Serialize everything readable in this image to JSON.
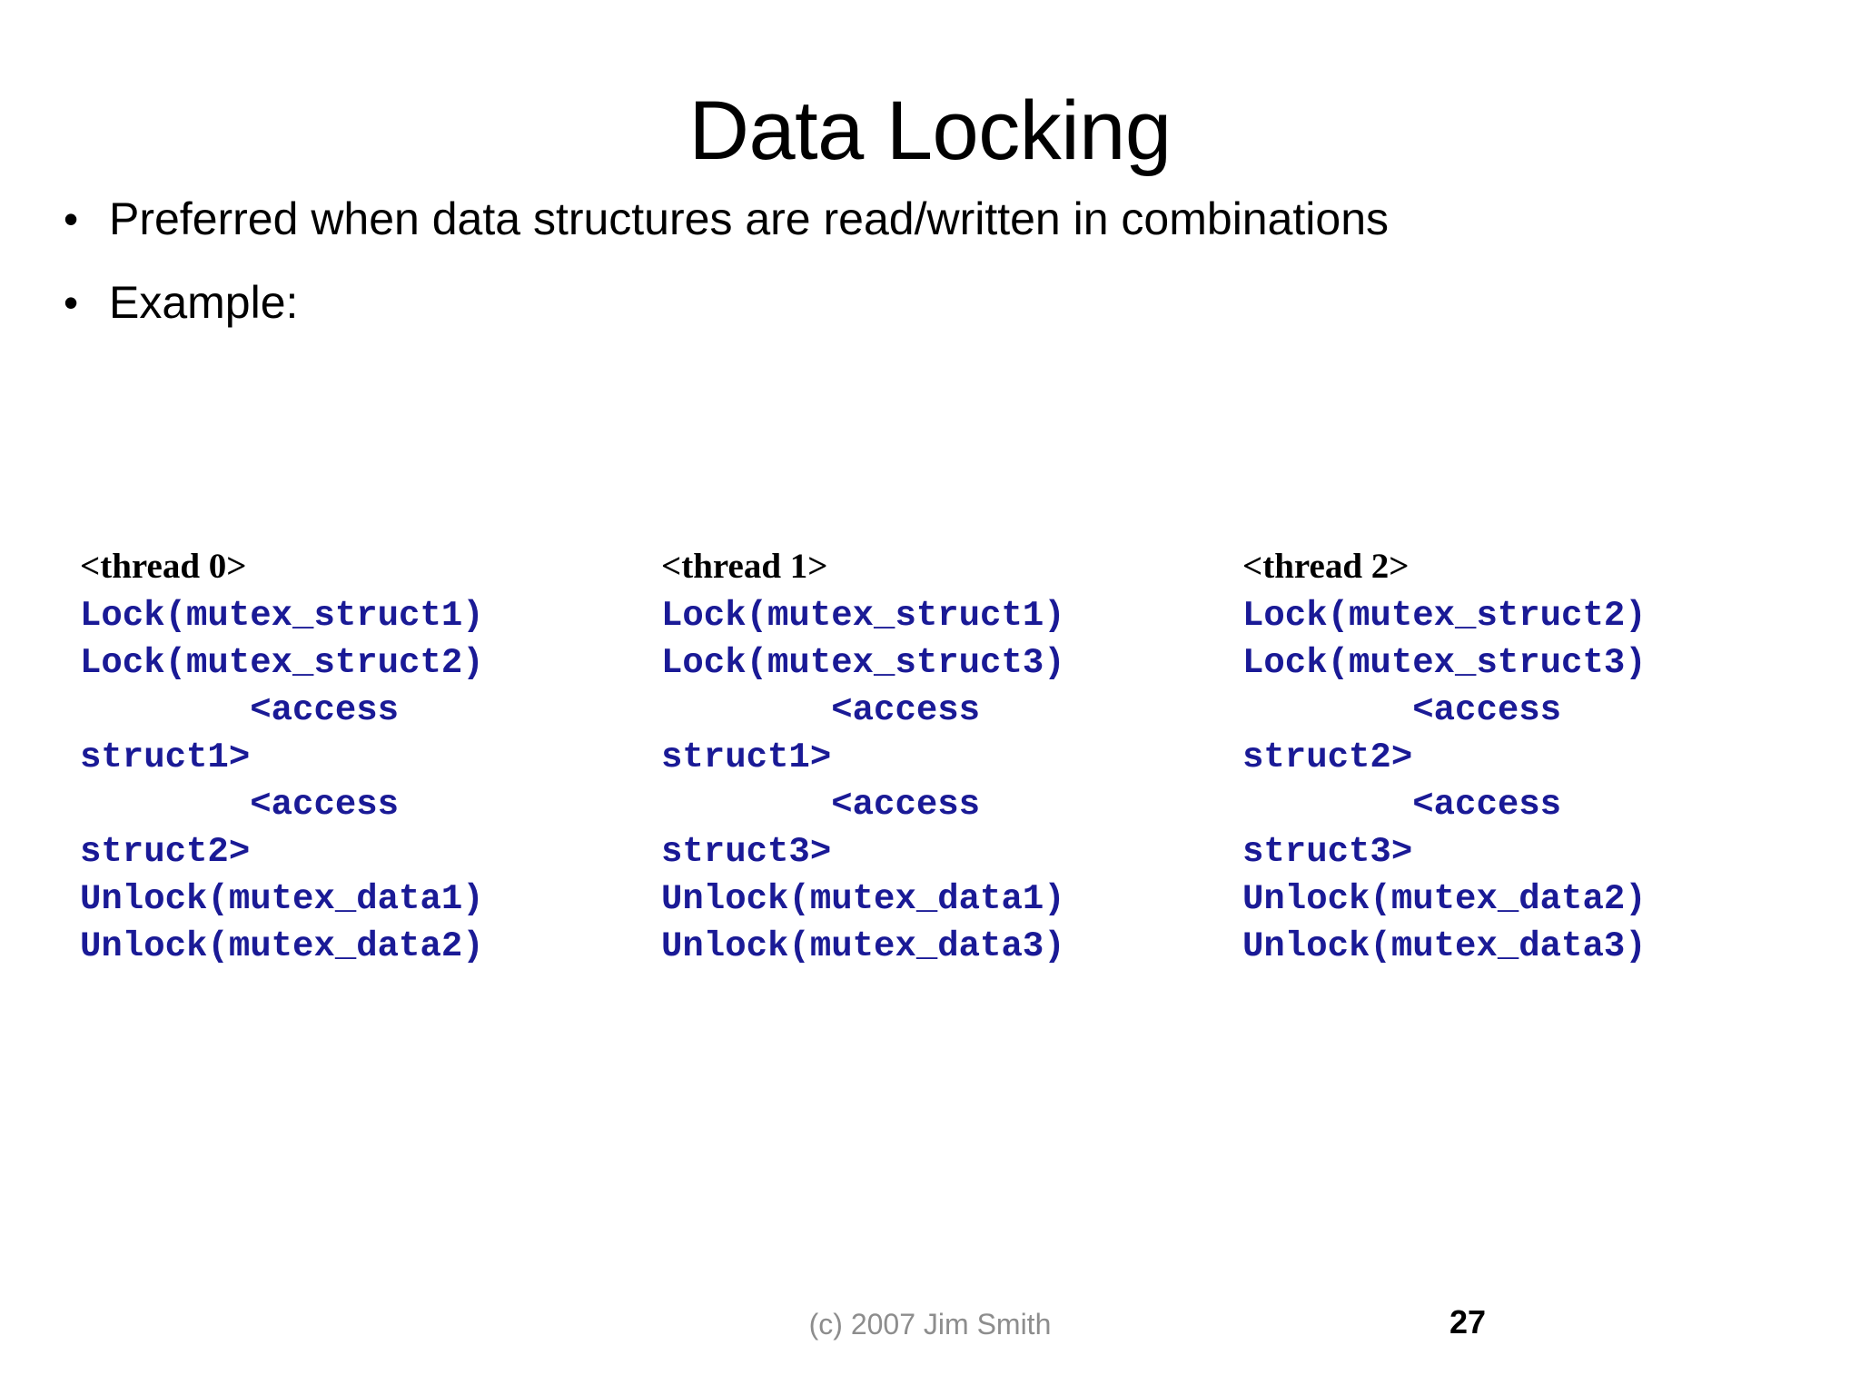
{
  "slide": {
    "title": "Data Locking",
    "bullets": [
      {
        "marker": "•",
        "text": "Preferred when data structures are read/written in combinations"
      },
      {
        "marker": "•",
        "text": "Example:"
      }
    ],
    "code_columns": [
      {
        "header": "<thread 0>",
        "lines": [
          "Lock(mutex_struct1)",
          "Lock(mutex_struct2)",
          "        <access",
          "struct1>",
          "        <access",
          "struct2>",
          "Unlock(mutex_data1)",
          "Unlock(mutex_data2)"
        ]
      },
      {
        "header": "<thread 1>",
        "lines": [
          "Lock(mutex_struct1)",
          "Lock(mutex_struct3)",
          "        <access",
          "struct1>",
          "        <access",
          "struct3>",
          "Unlock(mutex_data1)",
          "Unlock(mutex_data3)"
        ]
      },
      {
        "header": "<thread 2>",
        "lines": [
          "Lock(mutex_struct2)",
          "Lock(mutex_struct3)",
          "        <access",
          "struct2>",
          "        <access",
          "struct3>",
          "Unlock(mutex_data2)",
          "Unlock(mutex_data3)"
        ]
      }
    ],
    "footer": {
      "credit": "(c) 2007 Jim Smith",
      "page_number": "27"
    },
    "colors": {
      "background": "#ffffff",
      "title_text": "#000000",
      "body_text": "#000000",
      "code_text": "#1a1a96",
      "footer_credit": "#8d8d8d",
      "page_number": "#000000"
    }
  }
}
